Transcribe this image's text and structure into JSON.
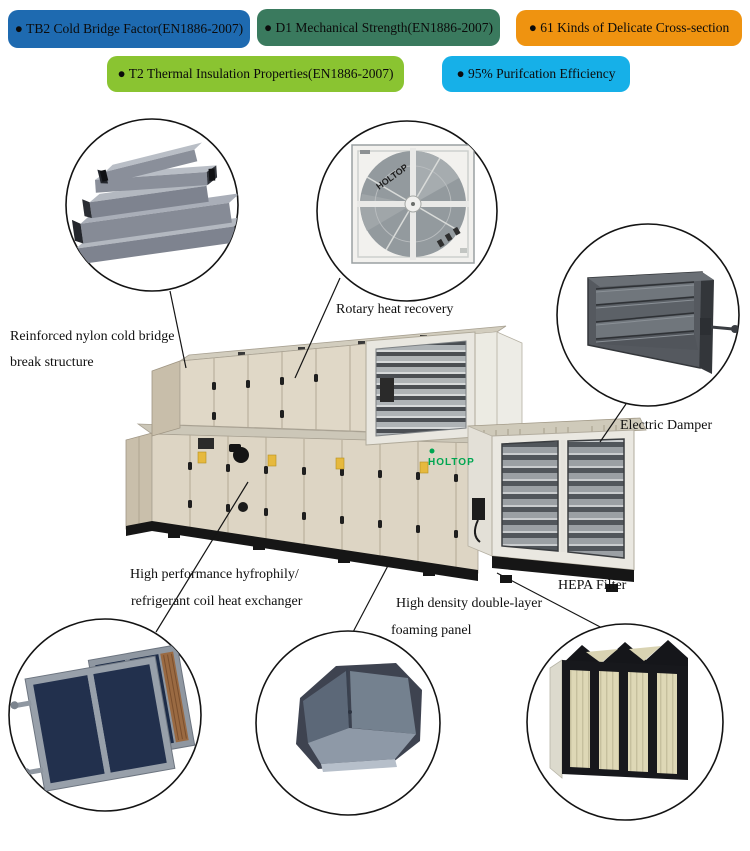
{
  "badges": [
    {
      "label": "● TB2 Cold Bridge Factor(EN1886-2007)",
      "color": "#1e6ab0"
    },
    {
      "label": "● D1 Mechanical Strength(EN1886-2007)",
      "color": "#3a7a5e"
    },
    {
      "label": "● 61 Kinds of Delicate Cross-section",
      "color": "#ef9310"
    },
    {
      "label": "● T2 Thermal Insulation Properties(EN1886-2007)",
      "color": "#8ac431"
    },
    {
      "label": "● 95% Purifcation Efficiency",
      "color": "#16b0e8"
    }
  ],
  "callouts": {
    "cold_bridge": {
      "line1": "Reinforced nylon cold bridge",
      "line2": "break structure"
    },
    "rotary": {
      "label": "Rotary heat recovery"
    },
    "damper": {
      "label": "Electric Damper"
    },
    "coil": {
      "line1": "High performance hyfrophily/",
      "line2": "refrigerant coil heat exchanger"
    },
    "foaming": {
      "line1": "High density double-layer",
      "line2": "foaming panel"
    },
    "hepa": {
      "label": "HEPA Filter"
    }
  },
  "unit": {
    "brand": "HOLTOP",
    "brand_color": "#00a651"
  },
  "wheel": {
    "brand": "HOLTOP"
  }
}
